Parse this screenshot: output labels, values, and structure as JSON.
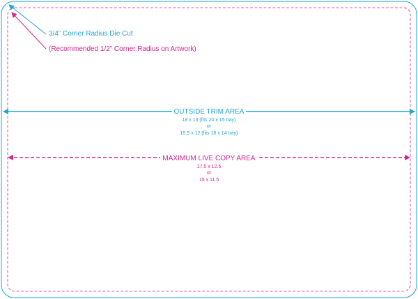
{
  "labels": {
    "die_cut": "3/4” Corner Radius Die Cut",
    "artwork_radius": "(Recommended 1/2” Corner Radius on Artwork)"
  },
  "trim_area": {
    "title": "OUTSIDE TRIM AREA",
    "size_1": "18 x 13 (fits 20 x 15 tray)",
    "or": "or",
    "size_2": "15.5 x 12 (fits 18 x 14 tray)"
  },
  "live_area": {
    "title": "MAXIMUM LIVE COPY AREA",
    "size_1": "17.5 x 12.5",
    "or": "or",
    "size_2": "15 x 11.5"
  },
  "colors": {
    "trim": "#1fa6d4",
    "live": "#d6248a"
  }
}
